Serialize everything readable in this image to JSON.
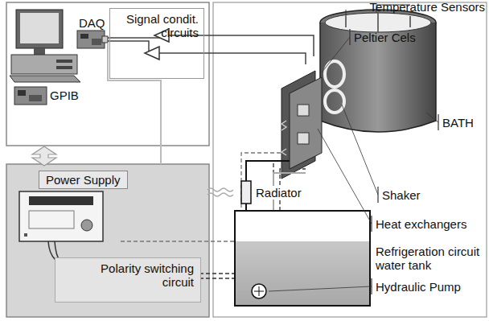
{
  "diagram": {
    "nodes": [
      {
        "text": [
          "Signal condit. circuits"
        ]
      },
      {
        "text": [
          "Power Supply"
        ]
      },
      {
        "text": [
          "Polarity switching circuit"
        ],
        "in": 1
      }
    ],
    "labels": [
      "DAQ",
      "GPIB",
      "Temperature Sensors",
      "Peltier Cels",
      "BATH",
      "Shaker",
      "Heat exchangers",
      "Radiator",
      "Refrigeration circuit water tank",
      "Hydraulic Pump"
    ]
  }
}
